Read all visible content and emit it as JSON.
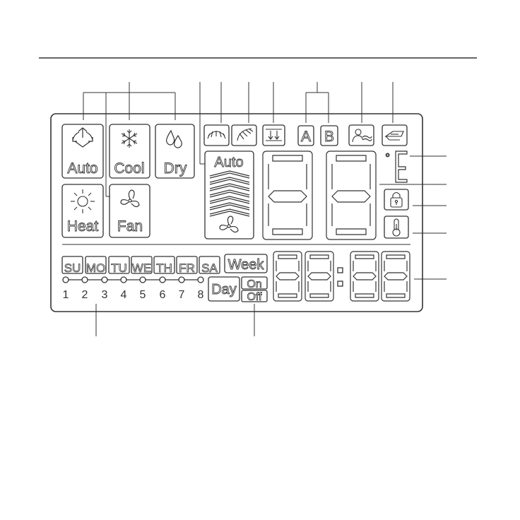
{
  "mode_labels": {
    "auto": "Auto",
    "cool": "Cool",
    "dry": "Dry",
    "heat": "Heat",
    "fan": "Fan"
  },
  "fan_auto_label": "Auto",
  "zone_labels": {
    "a": "A",
    "b": "B"
  },
  "days": [
    "SU",
    "MO",
    "TU",
    "WE",
    "TH",
    "FR",
    "SA"
  ],
  "week_label": "Week",
  "day_label": "Day",
  "on_label": "On",
  "off_label": "Off",
  "program_numbers": [
    "1",
    "2",
    "3",
    "4",
    "5",
    "6",
    "7",
    "8"
  ],
  "temp_unit": "°",
  "temp_unit_letter": "E",
  "icons": [
    "auto-mode-icon",
    "snowflake-icon",
    "water-drops-icon",
    "sun-icon",
    "fan-icon",
    "swing-icon",
    "swing-alt-icon",
    "filter-icon",
    "person-icon",
    "airflow-icon",
    "lock-icon",
    "thermometer-icon"
  ],
  "colors": {
    "line": "#333333",
    "background": "#ffffff"
  }
}
